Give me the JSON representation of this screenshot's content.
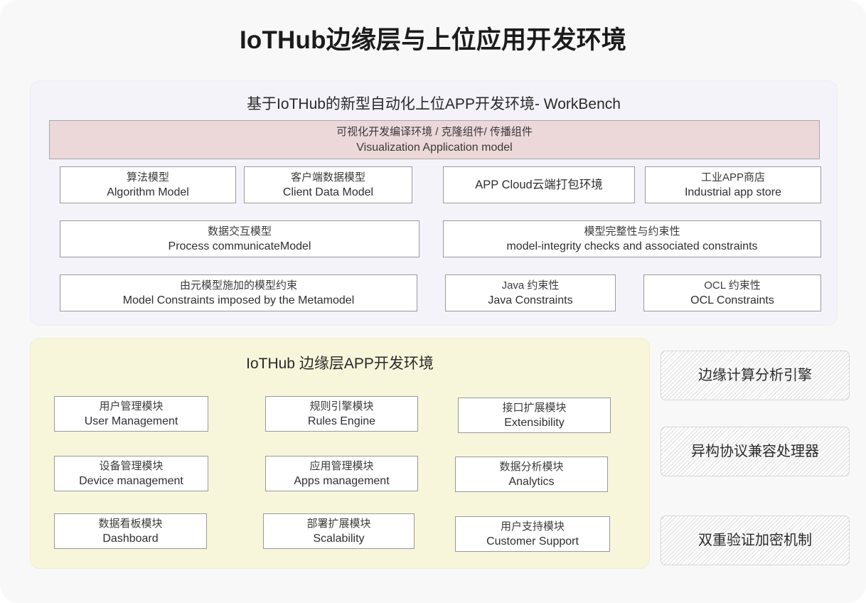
{
  "page": {
    "title": "IoTHub边缘层与上位应用开发环境",
    "background_color": "#f8f8f9"
  },
  "upper_panel": {
    "heading": "基于IoTHub的新型自动化上位APP开发环境- WorkBench",
    "background_color": "#f4f3fa",
    "banner": {
      "line_cn": "可视化开发编译环境 / 克隆组件/ 传播组件",
      "line_en": "Visualization Application model",
      "background_color": "#ecd7d9",
      "border_color": "#a9a6ab"
    },
    "boxes": [
      {
        "id": "algorithm-model",
        "line_cn": "算法模型",
        "line_en": "Algorithm Model"
      },
      {
        "id": "client-data-model",
        "line_cn": "客户端数据模型",
        "line_en": "Client Data Model"
      },
      {
        "id": "app-cloud",
        "line_cn": "",
        "line_en": "APP Cloud云端打包环境"
      },
      {
        "id": "industrial-app-store",
        "line_cn": "工业APP商店",
        "line_en": "Industrial app store"
      },
      {
        "id": "process-communicate-model",
        "line_cn": "数据交互模型",
        "line_en": "Process communicateModel"
      },
      {
        "id": "model-integrity",
        "line_cn": "模型完整性与约束性",
        "line_en": "model-integrity checks and associated constraints"
      },
      {
        "id": "metamodel-constraints",
        "line_cn": "由元模型施加的模型约束",
        "line_en": "Model Constraints imposed by the Metamodel"
      },
      {
        "id": "java-constraints",
        "line_cn": "Java 约束性",
        "line_en": "Java Constraints"
      },
      {
        "id": "ocl-constraints",
        "line_cn": "OCL 约束性",
        "line_en": "OCL Constraints"
      }
    ]
  },
  "lower_panel": {
    "heading": "IoTHub 边缘层APP开发环境",
    "background_color": "#f7f6db",
    "boxes": [
      {
        "id": "user-management",
        "line_cn": "用户管理模块",
        "line_en": "User Management"
      },
      {
        "id": "rules-engine",
        "line_cn": "规则引擎模块",
        "line_en": "Rules Engine"
      },
      {
        "id": "extensibility",
        "line_cn": "接口扩展模块",
        "line_en": "Extensibility"
      },
      {
        "id": "device-management",
        "line_cn": "设备管理模块",
        "line_en": "Device management"
      },
      {
        "id": "apps-management",
        "line_cn": "应用管理模块",
        "line_en": "Apps management"
      },
      {
        "id": "analytics",
        "line_cn": "数据分析模块",
        "line_en": "Analytics"
      },
      {
        "id": "dashboard",
        "line_cn": "数据看板模块",
        "line_en": "Dashboard"
      },
      {
        "id": "scalability",
        "line_cn": "部署扩展模块",
        "line_en": "Scalability"
      },
      {
        "id": "customer-support",
        "line_cn": "用户支持模块",
        "line_en": "Customer Support"
      }
    ]
  },
  "side_cards": [
    {
      "id": "edge-compute-engine",
      "label": "边缘计算分析引擎"
    },
    {
      "id": "protocol-compat-handler",
      "label": "异构协议兼容处理器"
    },
    {
      "id": "dual-auth-encryption",
      "label": "双重验证加密机制"
    }
  ]
}
